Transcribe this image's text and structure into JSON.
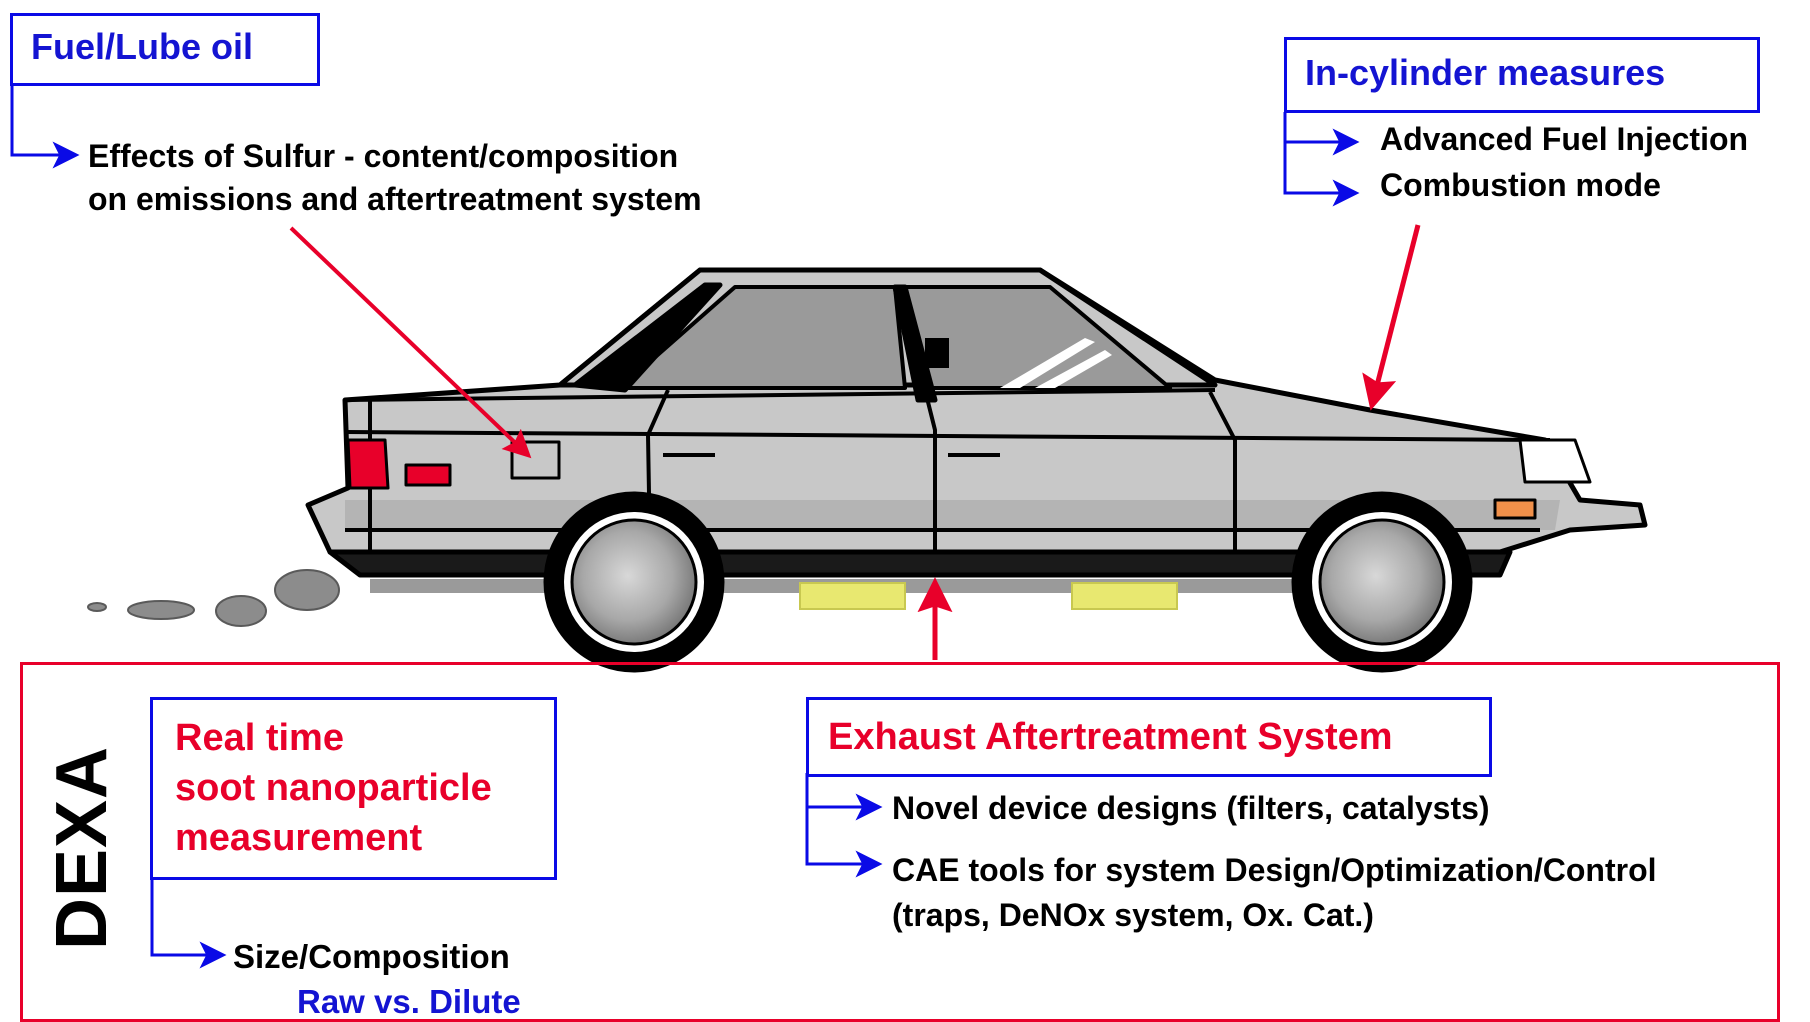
{
  "fuel_lube": {
    "title": "Fuel/Lube oil",
    "effect_line1": "Effects of Sulfur - content/composition",
    "effect_line2": "on emissions and aftertreatment system"
  },
  "in_cylinder": {
    "title": "In-cylinder measures",
    "items": [
      "Advanced Fuel Injection",
      "Combustion mode"
    ]
  },
  "dexa": {
    "label": "DEXA",
    "soot": {
      "title_lines": [
        "Real time",
        "soot nanoparticle",
        "measurement"
      ],
      "item": "Size/Composition",
      "sub": "Raw vs. Dilute"
    },
    "exhaust": {
      "title": "Exhaust Aftertreatment System",
      "item1": "Novel device designs (filters, catalysts)",
      "item2_line1": "CAE tools for system Design/Optimization/Control",
      "item2_line2": "(traps, DeNOx system, Ox. Cat.)"
    }
  },
  "colors": {
    "blue": "#0a0ae6",
    "red": "#e8002a",
    "car_body": "#c8c8c8",
    "window": "#9a9a9a",
    "exhaust_cat": "#e8e870"
  },
  "icons": [
    "car-illustration",
    "exhaust-smoke",
    "arrow-right-icon",
    "arrow-pointer-icon"
  ]
}
